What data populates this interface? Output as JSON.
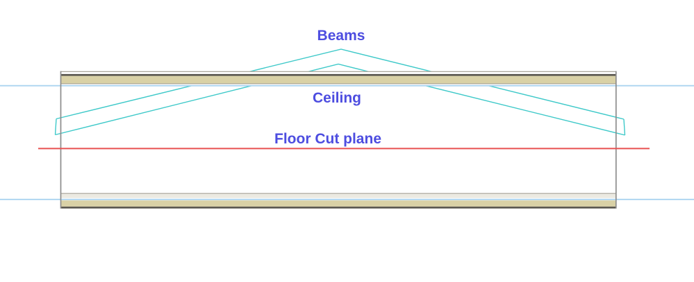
{
  "labels": {
    "beams": "Beams",
    "ceiling": "Ceiling",
    "floor_cut_plane": "Floor Cut plane"
  },
  "colors": {
    "background": "#ffffff",
    "label_text": "#4d4de0",
    "beam": "#3ec9c9",
    "cut_plane_line": "#e85050",
    "level_line": "#aad4f0",
    "slab_fill": "#d9d1a6",
    "slab_dark_line": "#55524a",
    "slab_light_line": "#a09b8f",
    "slab_gray_fill": "#eceae2",
    "wall": "#8c8c8c"
  }
}
